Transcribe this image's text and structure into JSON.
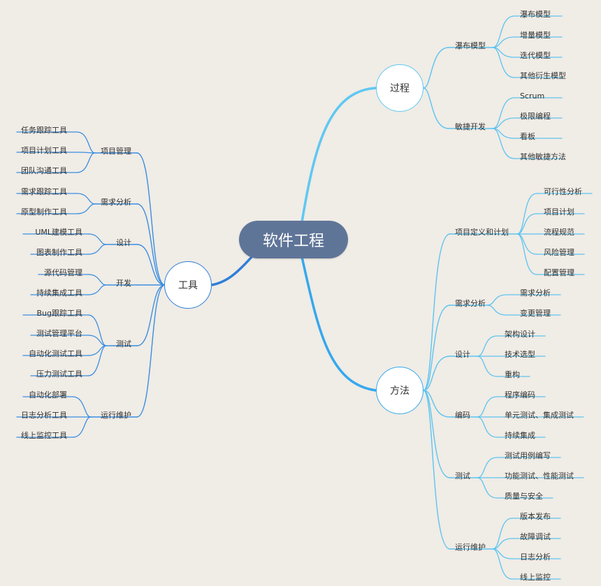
{
  "root": "软件工程",
  "branches": {
    "process": {
      "label": "过程",
      "groups": [
        {
          "label": "瀑布模型",
          "children": [
            "瀑布模型",
            "增量模型",
            "迭代模型",
            "其他衍生模型"
          ]
        },
        {
          "label": "敏捷开发",
          "children": [
            "Scrum",
            "极限编程",
            "看板",
            "其他敏捷方法"
          ]
        }
      ]
    },
    "method": {
      "label": "方法",
      "groups": [
        {
          "label": "项目定义和计划",
          "children": [
            "可行性分析",
            "项目计划",
            "流程规范",
            "风险管理",
            "配置管理"
          ]
        },
        {
          "label": "需求分析",
          "children": [
            "需求分析",
            "变更管理"
          ]
        },
        {
          "label": "设计",
          "children": [
            "架构设计",
            "技术选型",
            "重构"
          ]
        },
        {
          "label": "编码",
          "children": [
            "程序编码",
            "单元测试、集成测试",
            "持续集成"
          ]
        },
        {
          "label": "测试",
          "children": [
            "测试用例编写",
            "功能测试、性能测试",
            "质量与安全"
          ]
        },
        {
          "label": "运行维护",
          "children": [
            "版本发布",
            "故障调试",
            "日志分析",
            "线上监控"
          ]
        }
      ]
    },
    "tools": {
      "label": "工具",
      "groups": [
        {
          "label": "项目管理",
          "children": [
            "任务跟踪工具",
            "项目计划工具",
            "团队沟通工具"
          ]
        },
        {
          "label": "需求分析",
          "children": [
            "需求跟踪工具",
            "原型制作工具"
          ]
        },
        {
          "label": "设计",
          "children": [
            "UML建模工具",
            "图表制作工具"
          ]
        },
        {
          "label": "开发",
          "children": [
            "源代码管理",
            "持续集成工具"
          ]
        },
        {
          "label": "测试",
          "children": [
            "Bug跟踪工具",
            "测试管理平台",
            "自动化测试工具",
            "压力测试工具"
          ]
        },
        {
          "label": "运行维护",
          "children": [
            "自动化部署",
            "日志分析工具",
            "线上监控工具"
          ]
        }
      ]
    }
  },
  "colors": {
    "background": "#f0ece6",
    "root_fill": "#5f7598",
    "process_line": "#5fc8f2",
    "method_line": "#34a8ee",
    "tools_line": "#2f7ed8",
    "leaf_line_right": "#5cc4f0",
    "leaf_line_left": "#3a8ee0"
  }
}
